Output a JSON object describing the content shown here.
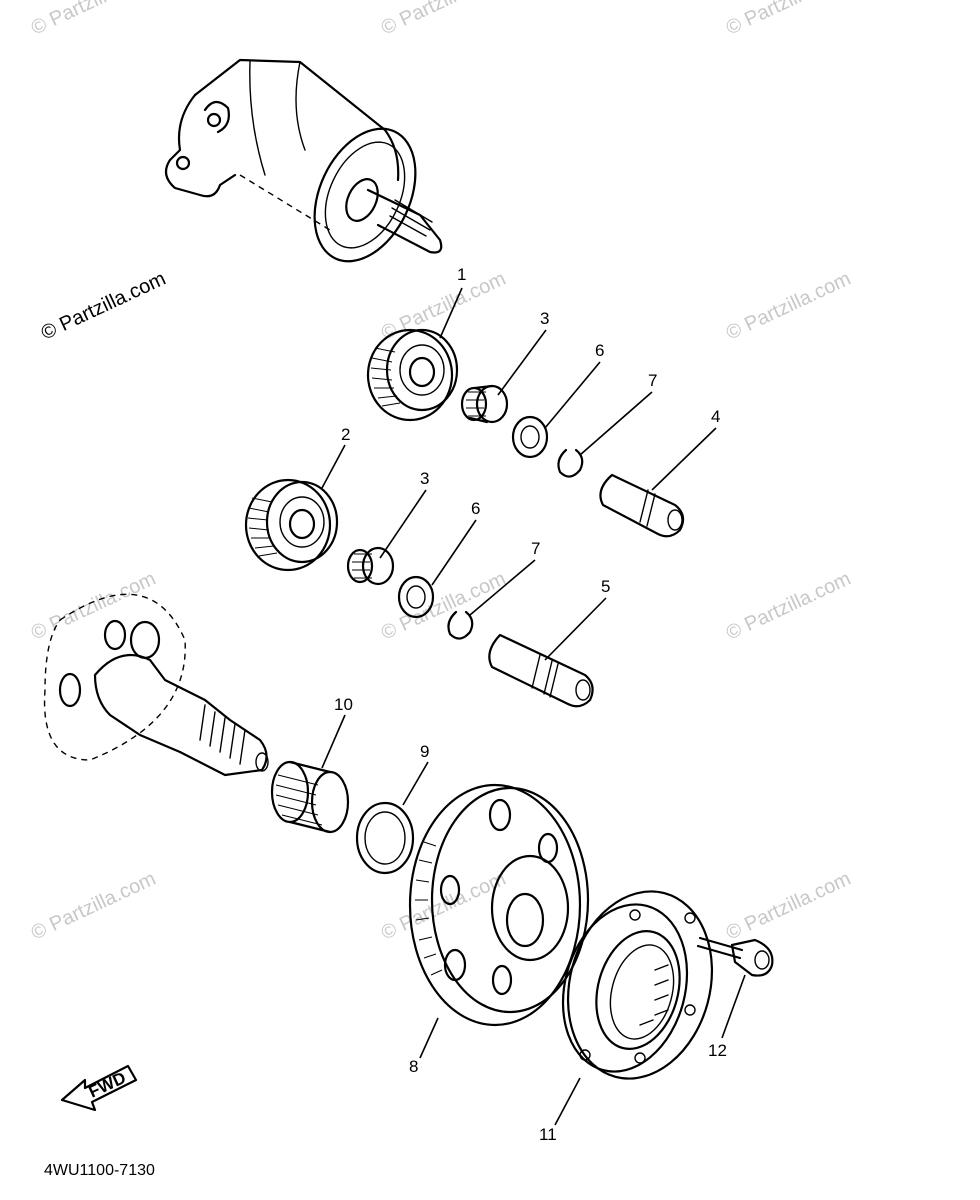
{
  "watermark": {
    "text": "© Partzilla.com"
  },
  "diagram_code": "4WU1100-7130",
  "fwd_label": "FWD",
  "callouts": [
    {
      "id": "callout-1",
      "label": "1"
    },
    {
      "id": "callout-2",
      "label": "2"
    },
    {
      "id": "callout-3a",
      "label": "3"
    },
    {
      "id": "callout-3b",
      "label": "3"
    },
    {
      "id": "callout-4",
      "label": "4"
    },
    {
      "id": "callout-5",
      "label": "5"
    },
    {
      "id": "callout-6a",
      "label": "6"
    },
    {
      "id": "callout-6b",
      "label": "6"
    },
    {
      "id": "callout-7a",
      "label": "7"
    },
    {
      "id": "callout-7b",
      "label": "7"
    },
    {
      "id": "callout-8",
      "label": "8"
    },
    {
      "id": "callout-9",
      "label": "9"
    },
    {
      "id": "callout-10",
      "label": "10"
    },
    {
      "id": "callout-11",
      "label": "11"
    },
    {
      "id": "callout-12",
      "label": "12"
    }
  ]
}
